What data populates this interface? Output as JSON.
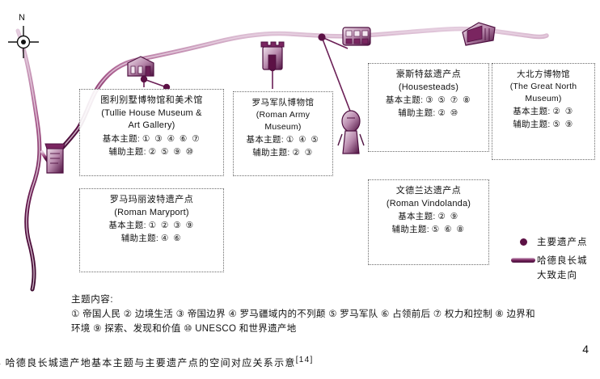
{
  "figure": {
    "caption": "4 哈德良长城遗产地基本主题与主要遗产点的空间对应关系示意",
    "caption_ref": "[14]",
    "page_number": "4"
  },
  "compass": {
    "north_label": "N"
  },
  "labels": {
    "basic_theme": "基本主题:",
    "auxiliary_theme": "辅助主题:"
  },
  "sites": [
    {
      "id": "tullie-house",
      "name_cn": "图利别墅博物馆和美术馆",
      "name_en": "(Tullie House Museum &",
      "name_en2": "Art Gallery)",
      "basic": "① ③ ④ ⑥ ⑦",
      "auxiliary": "② ⑤ ⑨ ⑩"
    },
    {
      "id": "roman-maryport",
      "name_cn": "罗马玛丽波特遗产点",
      "name_en": "(Roman Maryport)",
      "name_en2": "",
      "basic": "① ② ③ ⑨",
      "auxiliary": "④ ⑥"
    },
    {
      "id": "roman-army-museum",
      "name_cn": "罗马军队博物馆",
      "name_en": "(Roman Army",
      "name_en2": "Museum)",
      "basic": "① ④ ⑤",
      "auxiliary": "② ③"
    },
    {
      "id": "housesteads",
      "name_cn": "豪斯特兹遗产点",
      "name_en": "(Housesteads)",
      "name_en2": "",
      "basic": "③ ⑤ ⑦ ⑧",
      "auxiliary": "② ⑩"
    },
    {
      "id": "great-north-museum",
      "name_cn": "大北方博物馆",
      "name_en": "(The Great North",
      "name_en2": "Museum)",
      "basic": "② ③",
      "auxiliary": "⑤ ⑨"
    },
    {
      "id": "roman-vindolanda",
      "name_cn": "文德兰达遗产点",
      "name_en": "(Roman Vindolanda)",
      "name_en2": "",
      "basic": "② ⑨",
      "auxiliary": "⑤ ⑥ ⑧"
    }
  ],
  "legend": {
    "site_label": "主要遗产点",
    "wall_label": "哈德良长城",
    "wall_label2": "大致走向"
  },
  "themes": {
    "heading": "主题内容:",
    "line1": "① 帝国人民  ② 边境生活  ③ 帝国边界  ④ 罗马疆域内的不列颠  ⑤ 罗马军队  ⑥ 占领前后  ⑦ 权力和控制  ⑧ 边界和",
    "line2": "环境  ⑨ 探索、发现和价值  ⑩ UNESCO 和世界遗产地"
  },
  "colors": {
    "wall": "#6b1f56",
    "wall_highlight": "#d9bdd4",
    "dot": "#5c1145",
    "box_border": "#6b6b6b",
    "text": "#111111"
  }
}
